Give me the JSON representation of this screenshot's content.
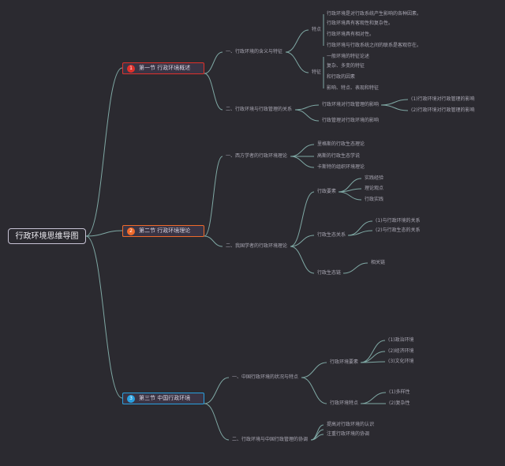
{
  "root": {
    "label": "行政环境思维导图"
  },
  "chapters": [
    {
      "badge": "1",
      "label": "第一节 行政环境概述",
      "color": "#e0302b",
      "sections": [
        {
          "label": "一、行政环境的含义与特征",
          "groups": [
            {
              "label": "特点",
              "items": [
                "行政环境是对行政系统产生影响的各种因素。",
                "行政环境具有客观性和复杂性。",
                "行政环境具有相对性。",
                "行政环境与行政系统之间的联系是客观存在。"
              ]
            },
            {
              "label": "特征",
              "items": [
                "一般环境的特征论述",
                "复杂、多变的特征",
                "和行政的因素",
                "影响、特点、表现和特征"
              ]
            }
          ]
        },
        {
          "label": "二、行政环境与行政管理的关系",
          "groups": [
            {
              "label": "行政环境对行政管理的影响",
              "items": [
                "(1)行政环境对行政管理的影响",
                "(2)行政环境对行政管理的影响"
              ]
            },
            {
              "label": "行政管理对行政环境的影响",
              "items": []
            }
          ]
        }
      ]
    },
    {
      "badge": "2",
      "label": "第二节 行政环境理论",
      "color": "#ef6a2b",
      "sections": [
        {
          "label": "一、西方学者的行政环境理论",
          "groups": [
            {
              "label": "",
              "items": [
                "里格斯的行政生态理论",
                "高斯的行政生态学说",
                "卡斯特的组织环境理论"
              ]
            }
          ]
        },
        {
          "label": "二、我国学者的行政环境理论",
          "groups": [
            {
              "label": "行政要素",
              "items": [
                "实践经验",
                "理论观点",
                "行政实践"
              ]
            },
            {
              "label": "行政生态关系",
              "items": [
                "(1)与行政环境的关系",
                "(2)与行政生态的关系"
              ]
            },
            {
              "label": "行政生态链",
              "items": [
                "相关链"
              ]
            }
          ]
        }
      ]
    },
    {
      "badge": "3",
      "label": "第三节 中国行政环境",
      "color": "#29a0e0",
      "sections": [
        {
          "label": "一、中国行政环境的状况与特点",
          "groups": [
            {
              "label": "行政环境要素",
              "items": [
                "(1)政治环境",
                "(2)经济环境",
                "(3)文化环境"
              ]
            },
            {
              "label": "行政环境特点",
              "items": [
                "(1)多样性",
                "(2)复杂性"
              ]
            }
          ]
        },
        {
          "label": "二、行政环境与中国行政管理的协调",
          "groups": [
            {
              "label": "",
              "items": [
                "提高对行政环境的认识",
                "注重行政环境的协调"
              ]
            }
          ]
        }
      ]
    }
  ]
}
